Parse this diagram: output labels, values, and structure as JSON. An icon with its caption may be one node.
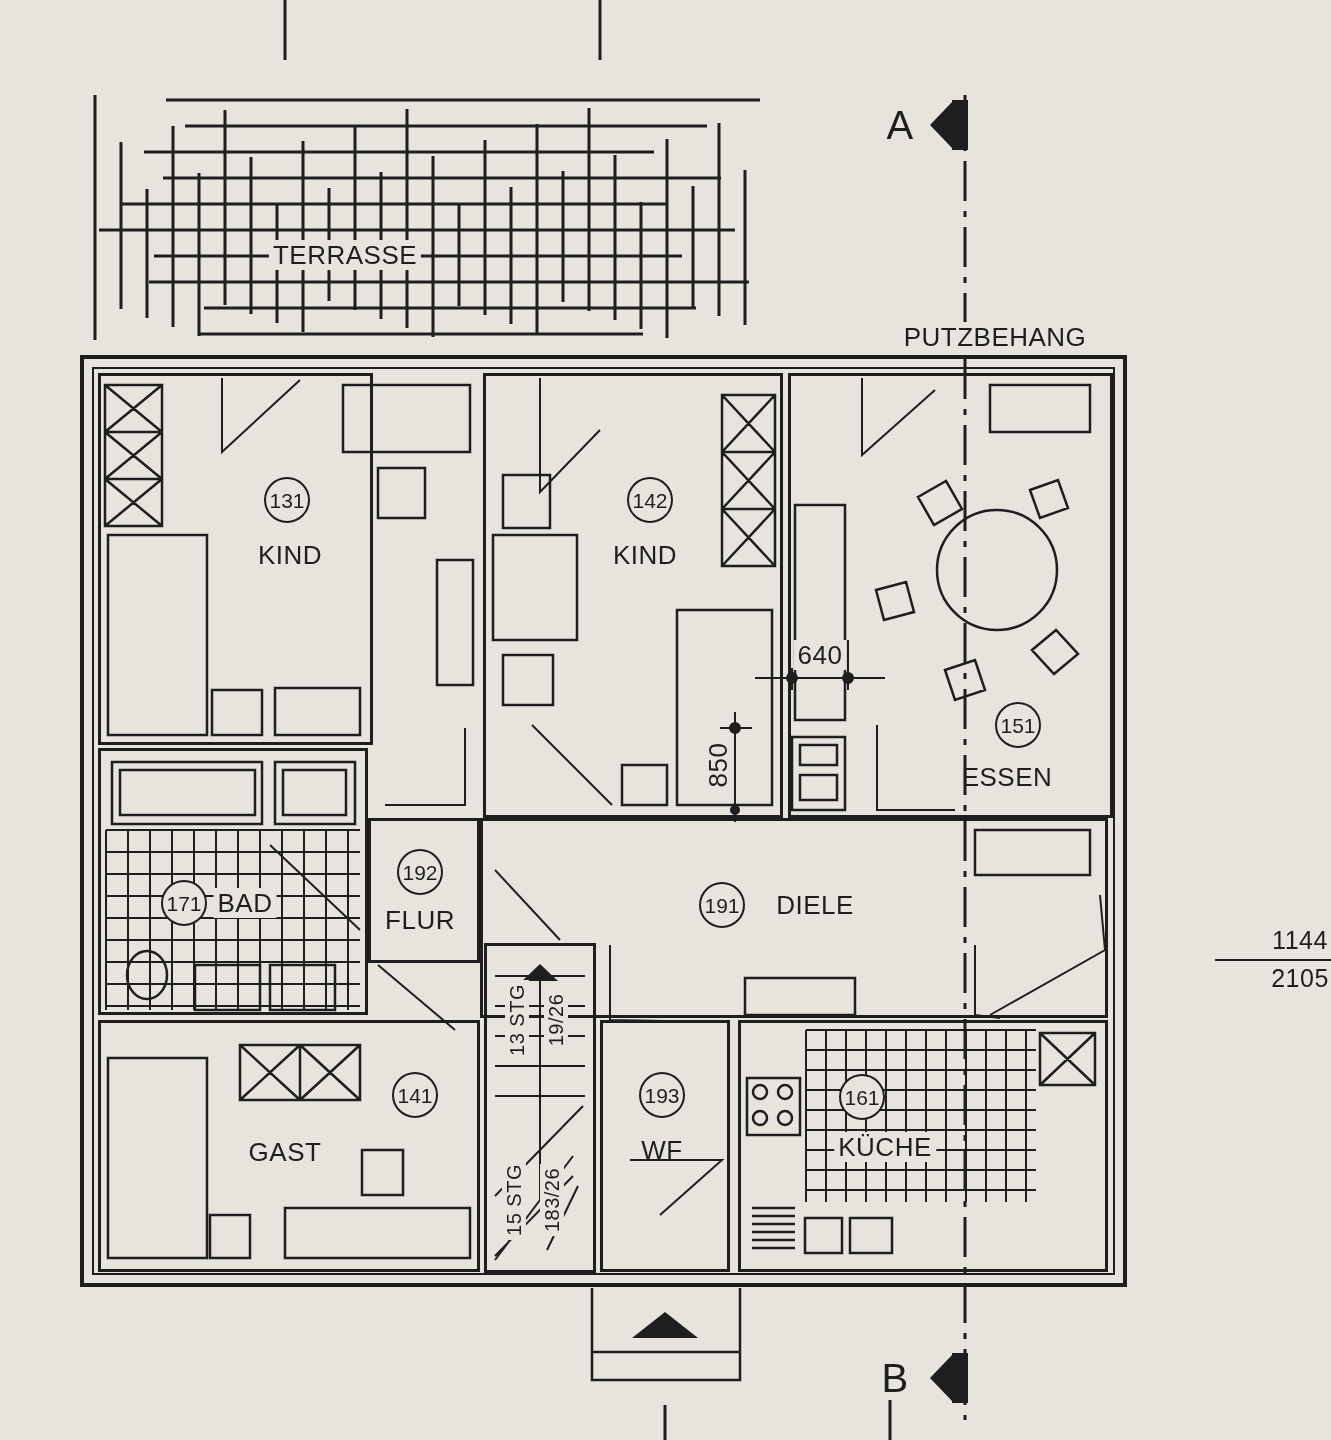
{
  "diagram": {
    "nodes": [
      {
        "text": [
          "TERRASSE"
        ]
      },
      {
        "text": [
          "131",
          "KIND"
        ]
      },
      {
        "text": [
          "142",
          "KIND"
        ]
      },
      {
        "text": [
          "151",
          "ESSEN"
        ]
      },
      {
        "text": [
          "171",
          "BAD"
        ]
      },
      {
        "text": [
          "192",
          "FLUR"
        ]
      },
      {
        "text": [
          "191",
          "DIELE"
        ]
      },
      {
        "text": [
          "141",
          "GAST"
        ]
      },
      {
        "text": [
          "13 STG",
          "19/26",
          "15 STG",
          "183/26"
        ]
      },
      {
        "text": [
          "193",
          "WF"
        ]
      },
      {
        "text": [
          "161",
          "KÜCHE"
        ]
      }
    ],
    "edges": [],
    "labels": [
      "A",
      "PUTZBEHANG",
      "640",
      "850",
      "1144",
      "2105",
      "B"
    ]
  }
}
